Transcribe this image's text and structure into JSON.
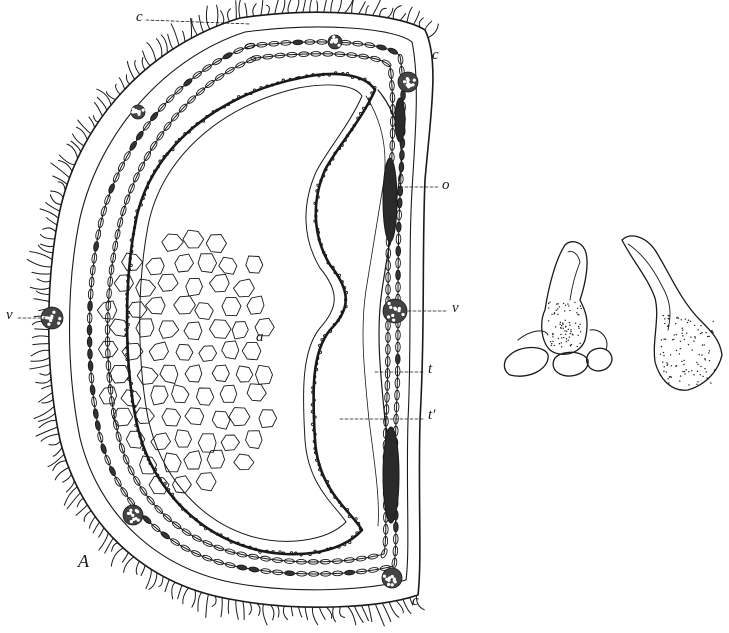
{
  "figure": {
    "panel_letter": "A",
    "labels": {
      "c_top": "c",
      "c_upper_right": "c",
      "c_bottom": "c",
      "o": "o",
      "v_left": "v",
      "v_right": "v",
      "a": "a",
      "t": "t",
      "t_prime": "t′"
    },
    "colors": {
      "ink": "#1a1a1a",
      "paper": "#ffffff"
    }
  }
}
